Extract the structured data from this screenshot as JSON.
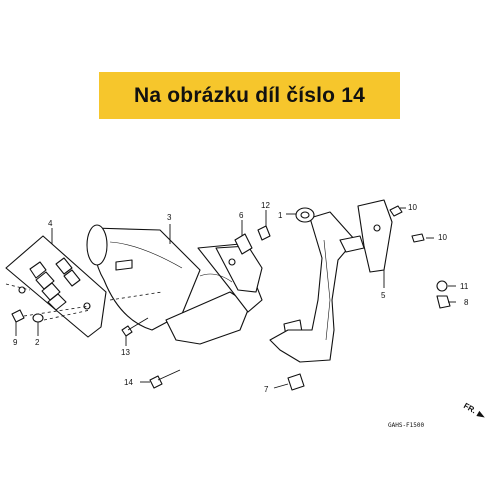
{
  "banner": {
    "text": "Na obrázku díl číslo 14"
  },
  "diagram_code": "GAHS-F1500",
  "direction_label": "FR.",
  "callouts": {
    "c1": "1",
    "c2": "2",
    "c3": "3",
    "c4": "4",
    "c5": "5",
    "c6": "6",
    "c7": "7",
    "c8": "8",
    "c9": "9",
    "c10a": "10",
    "c10b": "10",
    "c11": "11",
    "c12": "12",
    "c13": "13",
    "c14": "14"
  },
  "colors": {
    "banner": "#f6c62c",
    "ink": "#111111",
    "background": "#ffffff"
  }
}
